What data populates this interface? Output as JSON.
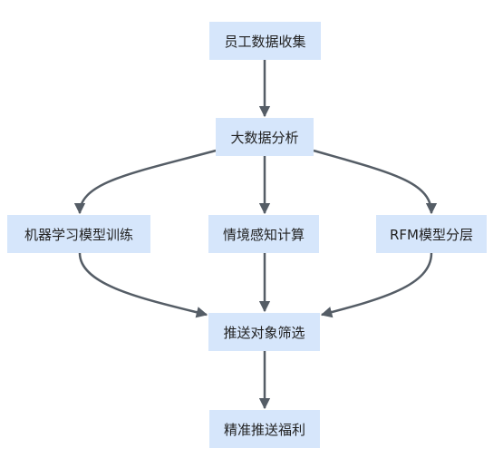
{
  "diagram": {
    "nodes": {
      "collect": "员工数据收集",
      "analyze": "大数据分析",
      "ml": "机器学习模型训练",
      "context": "情境感知计算",
      "rfm": "RFM模型分层",
      "filter": "推送对象筛选",
      "push": "精准推送福利"
    },
    "edges": [
      {
        "from": "collect",
        "to": "analyze"
      },
      {
        "from": "analyze",
        "to": "ml"
      },
      {
        "from": "analyze",
        "to": "context"
      },
      {
        "from": "analyze",
        "to": "rfm"
      },
      {
        "from": "ml",
        "to": "filter"
      },
      {
        "from": "context",
        "to": "filter"
      },
      {
        "from": "rfm",
        "to": "filter"
      },
      {
        "from": "filter",
        "to": "push"
      }
    ],
    "colors": {
      "node_fill": "#d6e6fb",
      "edge": "#555d66",
      "text": "#222222"
    }
  }
}
